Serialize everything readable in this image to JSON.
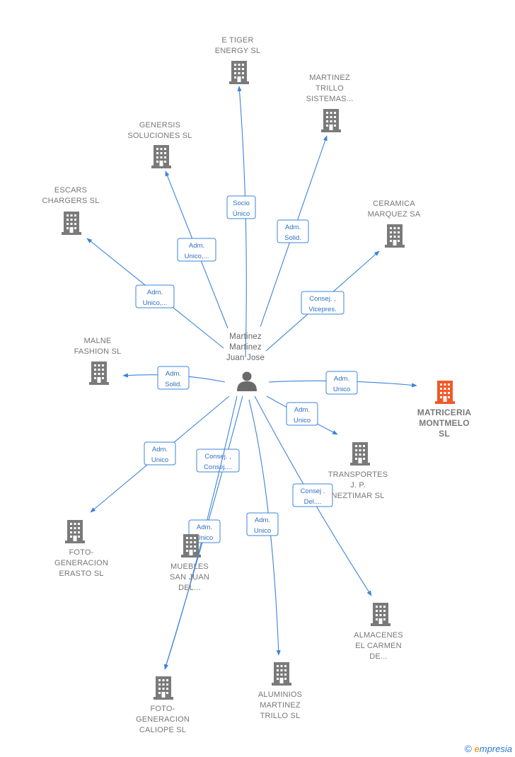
{
  "center": {
    "name_lines": [
      "Martinez",
      "Martinez",
      "Juan Jose"
    ],
    "icon": "person-icon"
  },
  "colors": {
    "edge": "#3b84d8",
    "building": "#7a7a7a",
    "focus_building": "#f05a28",
    "label": "#777777"
  },
  "companies": [
    {
      "id": "e-tiger",
      "lines": [
        "E TIGER",
        "ENERGY  SL"
      ],
      "role_lines": [
        "Socio",
        "Único"
      ]
    },
    {
      "id": "martinez-trillo-sistemas",
      "lines": [
        "MARTINEZ",
        "TRILLO",
        "SISTEMAS..."
      ],
      "role_lines": [
        "Adm.",
        "Solid."
      ]
    },
    {
      "id": "genersis",
      "lines": [
        "GENERSIS",
        "SOLUCIONES SL"
      ],
      "role_lines": [
        "Adm.",
        "Unico,..."
      ]
    },
    {
      "id": "escars",
      "lines": [
        "ESCARS",
        "CHARGERS  SL"
      ],
      "role_lines": [
        "Adm.",
        "Unico,..."
      ]
    },
    {
      "id": "ceramica",
      "lines": [
        "CERAMICA",
        "MARQUEZ SA"
      ],
      "role_lines": [
        "Consej. ,",
        "Vicepres."
      ]
    },
    {
      "id": "malne",
      "lines": [
        "MALNE",
        "FASHION  SL"
      ],
      "role_lines": [
        "Adm.",
        "Solid."
      ]
    },
    {
      "id": "matriceria",
      "lines": [
        "MATRICERIA",
        "MONTMELO",
        "SL"
      ],
      "role_lines": [
        "Adm.",
        "Unico"
      ],
      "focus": true
    },
    {
      "id": "transportes",
      "lines": [
        "TRANSPORTES",
        "J.  P.",
        "NEZTIMAR  SL"
      ],
      "role_lines": [
        "Adm.",
        "Unico"
      ]
    },
    {
      "id": "foto-erasto",
      "lines": [
        "FOTO-",
        "GENERACION",
        "ERASTO  SL"
      ],
      "role_lines": [
        "Adm.",
        "Unico"
      ]
    },
    {
      "id": "muebles",
      "lines": [
        "MUEBLES",
        "SAN JUAN",
        "DEL..."
      ],
      "role_lines": [
        "Consej. ,",
        "Consej...."
      ]
    },
    {
      "id": "foto-caliope",
      "lines": [
        "FOTO-",
        "GENERACION",
        "CALIOPE  SL"
      ],
      "role_lines": [
        "Adm.",
        "Unico"
      ]
    },
    {
      "id": "aluminios",
      "lines": [
        "ALUMINIOS",
        "MARTINEZ",
        "TRILLO  SL"
      ],
      "role_lines": [
        "Adm.",
        "Unico"
      ]
    },
    {
      "id": "almacenes",
      "lines": [
        "ALMACENES",
        "EL CARMEN",
        "DE..."
      ],
      "role_lines": [
        "Consej .",
        "Del...."
      ]
    }
  ],
  "footer": {
    "copyright_symbol": "©",
    "brand_initial": "e",
    "brand_rest": "mpresia"
  }
}
